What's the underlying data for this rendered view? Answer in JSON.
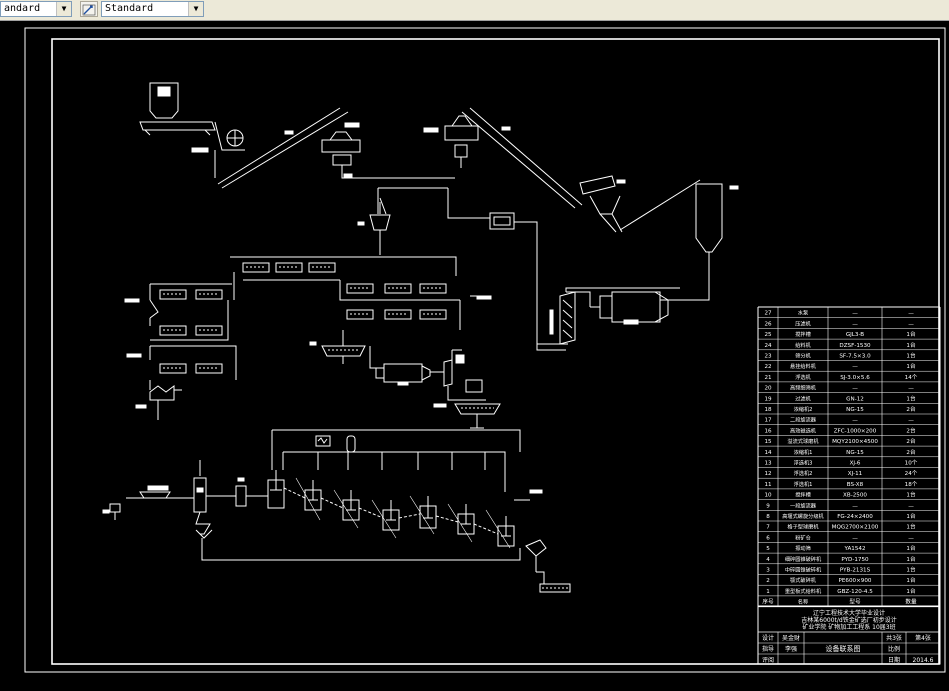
{
  "toolbar": {
    "combo1_value": "andard",
    "combo2_value": "Standard"
  },
  "title_block": {
    "school_line1": "辽宁工程技术大学毕业设计",
    "school_line2": "吉林某6000t/d铁金矿选厂初步设计",
    "school_line3": "矿业学院 矿物加工工程系 10届3班",
    "drawing_name": "设备联系图",
    "cells": [
      {
        "label": "设计",
        "value": "吴金财"
      },
      {
        "label": "指导",
        "value": "李强"
      },
      {
        "label": "评阅",
        "value": ""
      }
    ],
    "sheet_total": "共3张",
    "sheet_no": "第4张",
    "scale_label": "比例",
    "date_label": "日期",
    "date_value": "2014.6"
  },
  "equipment_table": {
    "rows": [
      {
        "no": "27",
        "name": "水泵",
        "model": "—",
        "qty": "—"
      },
      {
        "no": "26",
        "name": "压滤机",
        "model": "—",
        "qty": "—"
      },
      {
        "no": "25",
        "name": "搅拌槽",
        "model": "GJL3-B",
        "qty": "1台"
      },
      {
        "no": "24",
        "name": "给料机",
        "model": "DZSF-1530",
        "qty": "1台"
      },
      {
        "no": "23",
        "name": "筛分机",
        "model": "SF-7.5×3.0",
        "qty": "1台"
      },
      {
        "no": "22",
        "name": "悬挂给料机",
        "model": "—",
        "qty": "1台"
      },
      {
        "no": "21",
        "name": "浮选机",
        "model": "SJ-3.0×5.6",
        "qty": "14个"
      },
      {
        "no": "20",
        "name": "高频细筛机",
        "model": "—",
        "qty": "—"
      },
      {
        "no": "19",
        "name": "过滤机",
        "model": "GN-12",
        "qty": "1台"
      },
      {
        "no": "18",
        "name": "浓缩机2",
        "model": "NG-15",
        "qty": "2台"
      },
      {
        "no": "17",
        "name": "二段旋流器",
        "model": "—",
        "qty": "—"
      },
      {
        "no": "16",
        "name": "高效磁选机",
        "model": "ZFC-1000×200",
        "qty": "2台"
      },
      {
        "no": "15",
        "name": "溢流式球磨机",
        "model": "MQY2100×4500",
        "qty": "2台"
      },
      {
        "no": "14",
        "name": "浓缩机1",
        "model": "NG-15",
        "qty": "2台"
      },
      {
        "no": "13",
        "name": "浮选机3",
        "model": "XJ-6",
        "qty": "10个"
      },
      {
        "no": "12",
        "name": "浮选机2",
        "model": "XJ-11",
        "qty": "24个"
      },
      {
        "no": "11",
        "name": "浮选机1",
        "model": "BS-X8",
        "qty": "18个"
      },
      {
        "no": "10",
        "name": "搅拌槽",
        "model": "XB-2500",
        "qty": "1台"
      },
      {
        "no": "9",
        "name": "一段旋流器",
        "model": "—",
        "qty": "—"
      },
      {
        "no": "8",
        "name": "高堰式螺旋分级机",
        "model": "FG-24×2400",
        "qty": "1台"
      },
      {
        "no": "7",
        "name": "格子型球磨机",
        "model": "MQG2700×2100",
        "qty": "1台"
      },
      {
        "no": "6",
        "name": "粉矿仓",
        "model": "—",
        "qty": "—"
      },
      {
        "no": "5",
        "name": "振动筛",
        "model": "YA1542",
        "qty": "1台"
      },
      {
        "no": "4",
        "name": "细碎圆锥破碎机",
        "model": "PYD-1750",
        "qty": "1台"
      },
      {
        "no": "3",
        "name": "中碎圆锥破碎机",
        "model": "PYB-2131S",
        "qty": "1台"
      },
      {
        "no": "2",
        "name": "颚式破碎机",
        "model": "PE600×900",
        "qty": "1台"
      },
      {
        "no": "1",
        "name": "重型板式给料机",
        "model": "GBZ-120-4.5",
        "qty": "1台"
      }
    ],
    "header": {
      "no": "序号",
      "name": "名称",
      "model": "型号",
      "qty": "数量"
    }
  }
}
